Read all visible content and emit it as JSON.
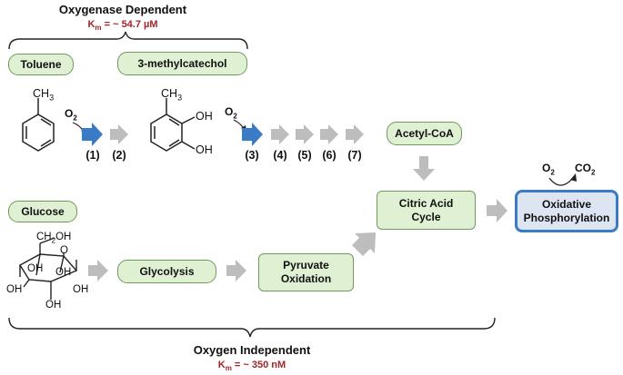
{
  "top_section": {
    "title": "Oxygenase Dependent",
    "km_label": "K",
    "km_sub": "m",
    "km_value": " = ~ 54.7 µM"
  },
  "bottom_section": {
    "title": "Oxygen Independent",
    "km_label": "K",
    "km_sub": "m",
    "km_value": " = ~ 350 nM"
  },
  "labels": {
    "toluene": "Toluene",
    "methylcatechol": "3-methylcatechol",
    "glucose": "Glucose",
    "acetyl_coa": "Acetyl-CoA",
    "glycolysis": "Glycolysis",
    "pyruvate_line1": "Pyruvate",
    "pyruvate_line2": "Oxidation",
    "citric_line1": "Citric Acid",
    "citric_line2": "Cycle",
    "oxphos_line1": "Oxidative",
    "oxphos_line2": "Phosphorylation"
  },
  "steps": [
    "(1)",
    "(2)",
    "(3)",
    "(4)",
    "(5)",
    "(6)",
    "(7)"
  ],
  "gases": {
    "o2_symbol": "O",
    "o2_sub": "2",
    "co2_symbol": "CO",
    "co2_sub": "2"
  },
  "molecule_text": {
    "ch3": "CH",
    "ch3_sub": "3",
    "oh": "OH",
    "ch2oh": "CH",
    "ch2oh_sub": "2",
    "ch2oh_tail": "OH",
    "ring_o": "O"
  },
  "colors": {
    "pill_fill": "#dff0d3",
    "pill_border": "#6f9a5c",
    "oxygenase_arrow": "#3b7bc6",
    "gray_arrow": "#bdbdbd",
    "km_text": "#a4232a",
    "oxphos_fill": "#dce5f1",
    "oxphos_border": "#3b7bc6"
  }
}
